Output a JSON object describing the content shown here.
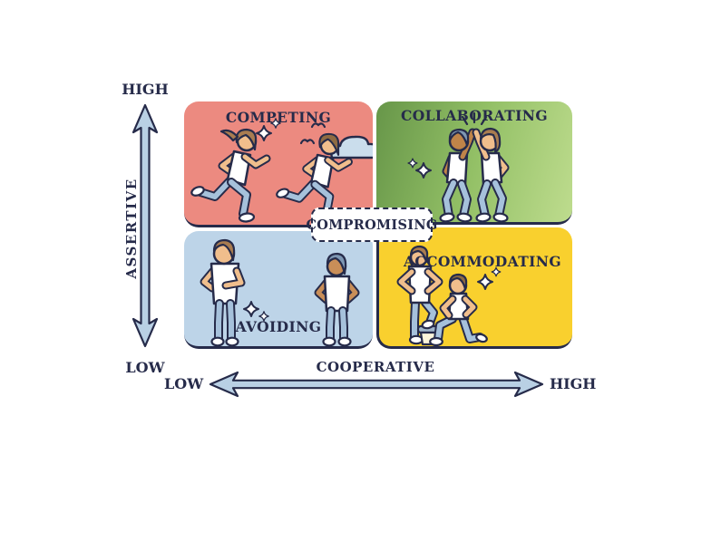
{
  "quadrants": {
    "competing": {
      "label": "COMPETING",
      "color": "#EC8A80"
    },
    "collaborating": {
      "label": "COLLABORATING",
      "color_start": "#679649",
      "color_end": "#BEDC8E"
    },
    "avoiding": {
      "label": "AVOIDING",
      "color": "#BDD4E8"
    },
    "accommodating": {
      "label": "ACCOMMODATING",
      "color": "#F9D02E"
    }
  },
  "center": {
    "label": "COMPROMISING"
  },
  "y_axis": {
    "label": "ASSERTIVE",
    "top_label": "HIGH",
    "bottom_label": "LOW"
  },
  "x_axis": {
    "label": "COOPERATIVE",
    "left_label": "LOW",
    "right_label": "HIGH"
  },
  "colors": {
    "outline": "#262B4A",
    "arrow_fill": "#B9D0E4",
    "background": "#FFFFFF"
  },
  "icons": {
    "sparkle": "✦",
    "bird": "ᵛ",
    "cloud": "☁"
  }
}
